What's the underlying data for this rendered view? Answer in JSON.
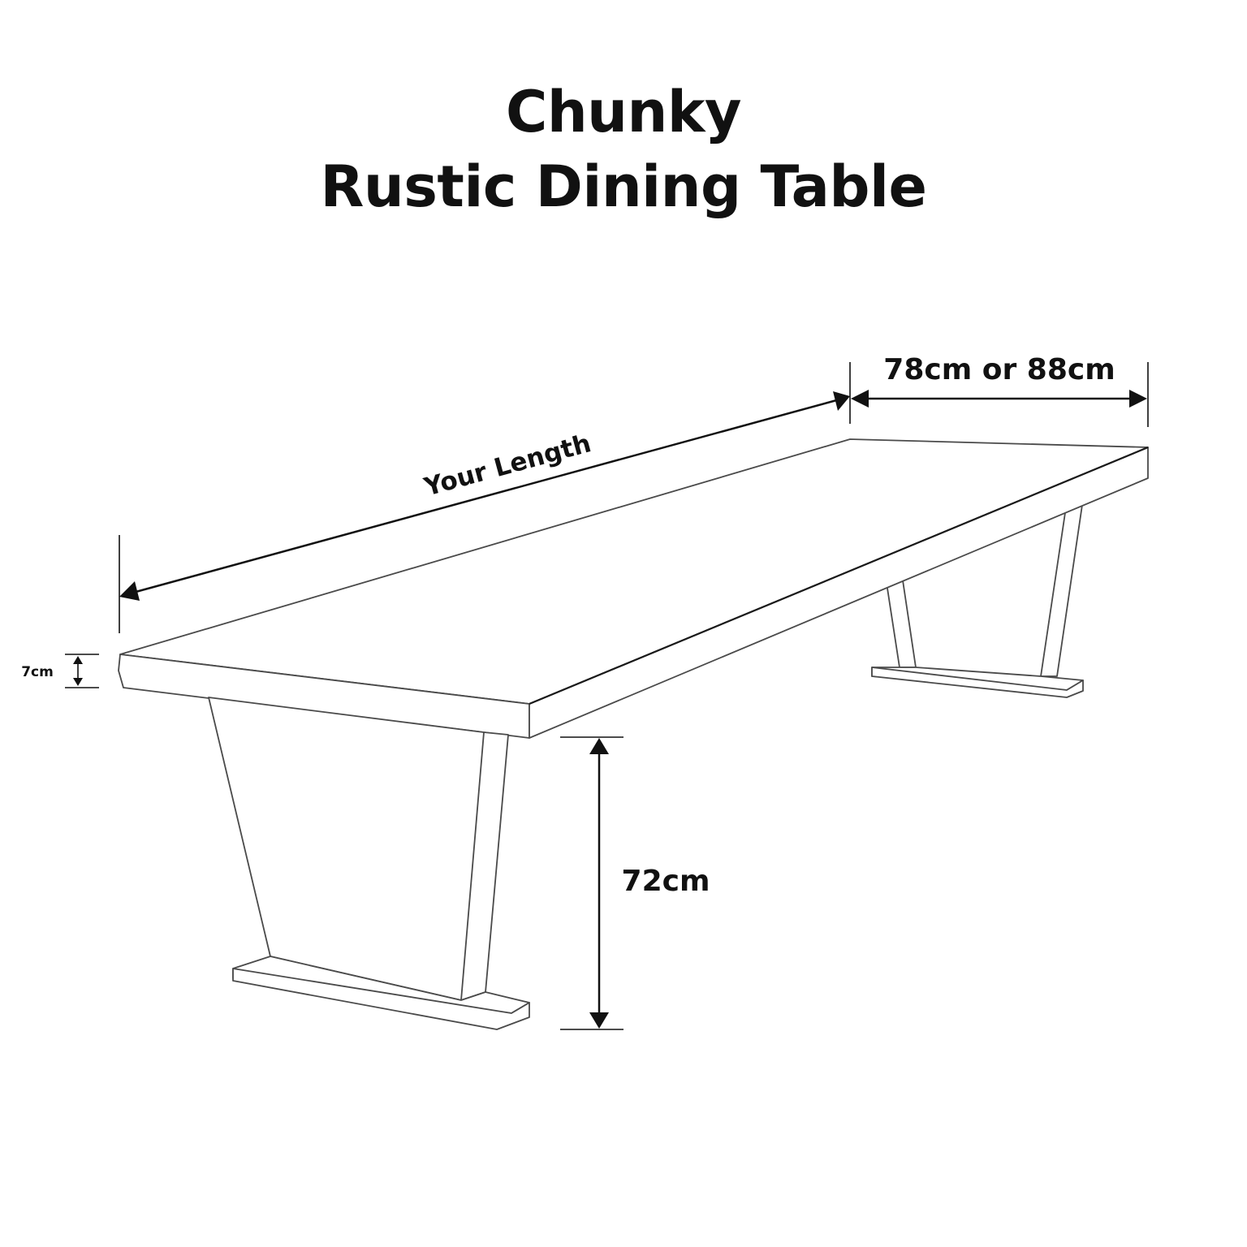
{
  "title": {
    "line1": "Chunky",
    "line2": "Rustic Dining Table"
  },
  "dimensions": {
    "length_label": "Your Length",
    "width_label": "78cm or 88cm",
    "thickness_label": "7cm",
    "height_label": "72cm"
  },
  "colors": {
    "text": "#111111",
    "outline": "#4a4a4a",
    "background": "#ffffff"
  }
}
